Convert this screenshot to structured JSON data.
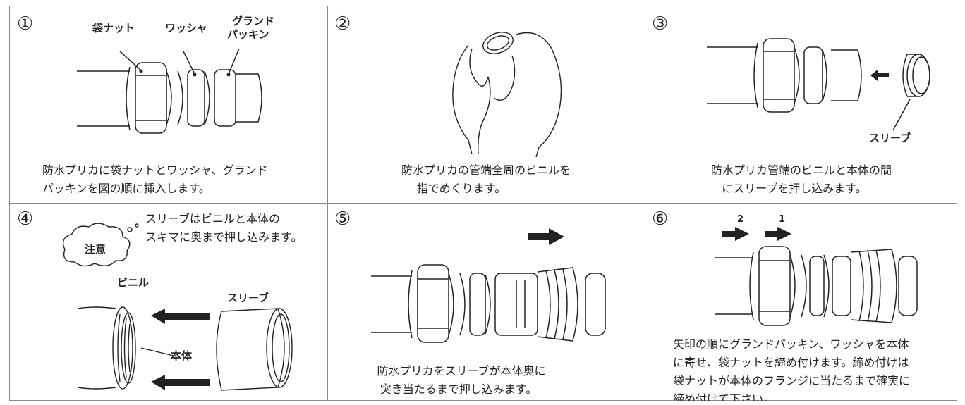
{
  "steps": {
    "s1": {
      "num": "①",
      "label_nut": "袋ナット",
      "label_washer": "ワッシャ",
      "label_packing_1": "グランド",
      "label_packing_2": "パッキン",
      "caption_1": "防水プリカに袋ナットとワッシャ、グランド",
      "caption_2": "パッキンを図の順に挿入します。"
    },
    "s2": {
      "num": "②",
      "caption_1": "防水プリカの管端全周のビニルを",
      "caption_2": "指でめくります。"
    },
    "s3": {
      "num": "③",
      "label_sleeve": "スリーブ",
      "caption_1": "防水プリカ管端のビニルと本体の間",
      "caption_2": "にスリーブを押し込みます。"
    },
    "s4": {
      "num": "④",
      "note": "注意",
      "note_text_1": "スリーブはビニルと本体の",
      "note_text_2": "スキマに奥まで押し込みます。",
      "label_vinyl": "ビニル",
      "label_sleeve": "スリーブ",
      "label_body": "本体"
    },
    "s5": {
      "num": "⑤",
      "caption_1": "防水プリカをスリーブが本体奥に",
      "caption_2": "突き当たるまで押し込みます。"
    },
    "s6": {
      "num": "⑥",
      "arrow_1": "1",
      "arrow_2": "2",
      "caption_1": "矢印の順にグランドパッキン、ワッシャを本体",
      "caption_2": "に寄せ、袋ナットを締め付けます。締め付けは",
      "caption_3a": "袋ナットが本体のフランジに当たるまで",
      "caption_3b": "確実に",
      "caption_4": "締め付けて下さい。"
    }
  }
}
